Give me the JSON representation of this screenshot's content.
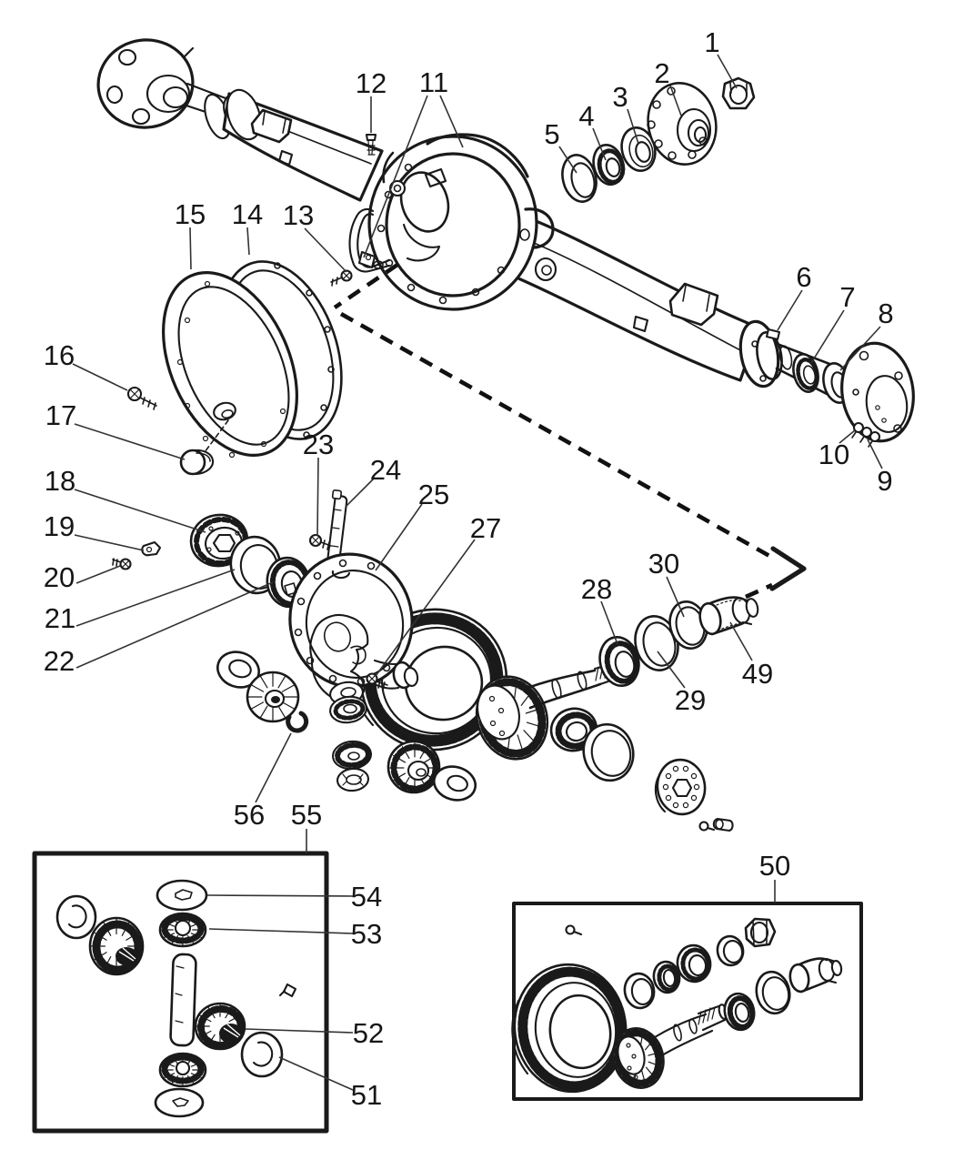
{
  "figure": {
    "background_color": "#ffffff",
    "line_color": "#1a1a1a"
  },
  "callouts": [
    {
      "label": "1"
    },
    {
      "label": "2"
    },
    {
      "label": "3"
    },
    {
      "label": "4"
    },
    {
      "label": "5"
    },
    {
      "label": "6"
    },
    {
      "label": "7"
    },
    {
      "label": "8"
    },
    {
      "label": "9"
    },
    {
      "label": "10"
    },
    {
      "label": "11"
    },
    {
      "label": "12"
    },
    {
      "label": "13"
    },
    {
      "label": "14"
    },
    {
      "label": "15"
    },
    {
      "label": "16"
    },
    {
      "label": "17"
    },
    {
      "label": "18"
    },
    {
      "label": "19"
    },
    {
      "label": "20"
    },
    {
      "label": "21"
    },
    {
      "label": "22"
    },
    {
      "label": "23"
    },
    {
      "label": "24"
    },
    {
      "label": "25"
    },
    {
      "label": "27"
    },
    {
      "label": "28"
    },
    {
      "label": "29"
    },
    {
      "label": "30"
    },
    {
      "label": "49"
    },
    {
      "label": "50"
    },
    {
      "label": "51"
    },
    {
      "label": "52"
    },
    {
      "label": "53"
    },
    {
      "label": "54"
    },
    {
      "label": "55"
    },
    {
      "label": "56"
    }
  ]
}
